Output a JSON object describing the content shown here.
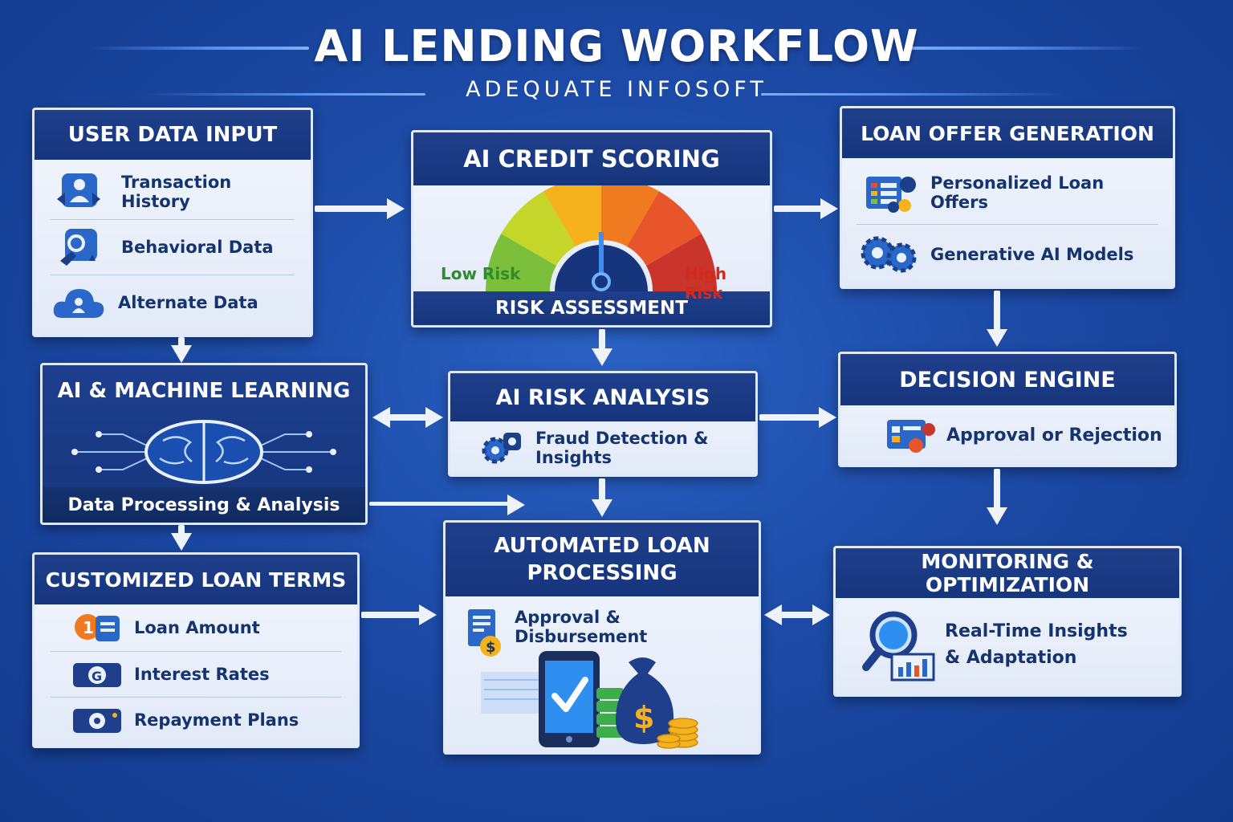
{
  "header": {
    "title": "AI LENDING WORKFLOW",
    "subtitle": "ADEQUATE INFOSOFT"
  },
  "user_data_input": {
    "title": "USER DATA INPUT",
    "items": [
      "Transaction History",
      "Behavioral Data",
      "Alternate Data"
    ]
  },
  "credit_scoring": {
    "title": "AI CREDIT SCORING",
    "low_label": "Low Risk",
    "high_label": "High Risk",
    "footer": "RISK ASSESSMENT"
  },
  "loan_offer": {
    "title": "LOAN OFFER GENERATION",
    "items": [
      "Personalized Loan Offers",
      "Generative AI Models"
    ]
  },
  "machine_learning": {
    "title": "AI & MACHINE LEARNING",
    "footer": "Data Processing & Analysis"
  },
  "risk_analysis": {
    "title": "AI RISK ANALYSIS",
    "item": "Fraud Detection & Insights"
  },
  "decision_engine": {
    "title": "DECISION ENGINE",
    "item": "Approval or Rejection"
  },
  "customized_terms": {
    "title": "CUSTOMIZED LOAN TERMS",
    "items": [
      "Loan Amount",
      "Interest Rates",
      "Repayment Plans"
    ]
  },
  "automated_processing": {
    "title_line1": "AUTOMATED LOAN",
    "title_line2": "PROCESSING",
    "item": "Approval & Disbursement"
  },
  "monitoring": {
    "title": "MONITORING & OPTIMIZATION",
    "item_line1": "Real-Time Insights",
    "item_line2": "& Adaptation"
  },
  "colors": {
    "background": "#1c4aa6",
    "header": "#1f3f8c",
    "low_risk": "#2e8b2e",
    "high_risk": "#d42a1e"
  },
  "icons": {
    "user_data_input": [
      "user-transaction-icon",
      "behavior-icon",
      "cloud-data-icon"
    ],
    "loan_offer": [
      "offer-document-icon",
      "gears-ai-icon"
    ],
    "risk_analysis": "gear-fraud-icon",
    "decision_engine": "approval-icon",
    "customized_terms": [
      "loan-amount-icon",
      "interest-rate-icon",
      "repayment-icon"
    ],
    "automated_processing": [
      "invoice-dollar-icon",
      "phone-check-icon",
      "money-bag-icon",
      "coins-icon"
    ],
    "monitoring": "magnifier-chart-icon",
    "machine_learning": "brain-circuit-icon",
    "credit_scoring": "risk-gauge-icon"
  }
}
